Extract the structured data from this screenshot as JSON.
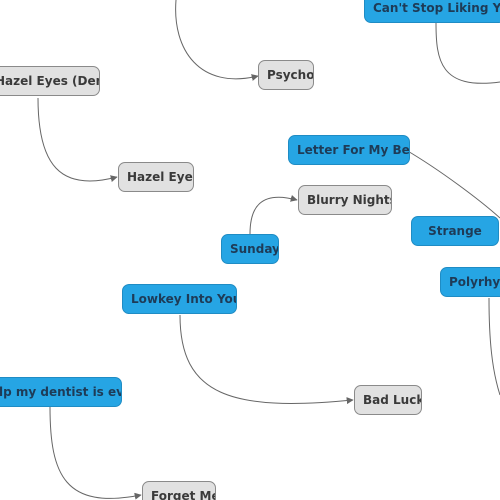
{
  "diagram": {
    "colors": {
      "primary_node": "#26a5e4",
      "secondary_node": "#e1e1e1",
      "edge": "#666666"
    },
    "nodes": [
      {
        "id": "cant-stop-liking-you",
        "label": "Can't Stop Liking You",
        "style": "blue"
      },
      {
        "id": "psycho",
        "label": "Psycho",
        "style": "gray"
      },
      {
        "id": "hazel-eyes-demo",
        "label": "Hazel Eyes (Demo)",
        "style": "gray"
      },
      {
        "id": "hazel-eyes",
        "label": "Hazel Eyes",
        "style": "gray"
      },
      {
        "id": "letter-for-my-bed",
        "label": "Letter For My Bed",
        "style": "blue"
      },
      {
        "id": "blurry-nights",
        "label": "Blurry Nights",
        "style": "gray"
      },
      {
        "id": "sunday",
        "label": "Sunday",
        "style": "blue"
      },
      {
        "id": "strange",
        "label": "Strange",
        "style": "blue"
      },
      {
        "id": "polyrhythm",
        "label": "Polyrhyth",
        "style": "blue"
      },
      {
        "id": "lowkey-into-you",
        "label": "Lowkey Into You",
        "style": "blue"
      },
      {
        "id": "help-my-dentist-is-evil",
        "label": "lp my dentist is evil",
        "style": "blue"
      },
      {
        "id": "bad-luck",
        "label": "Bad Luck",
        "style": "gray"
      },
      {
        "id": "forget-me",
        "label": "Forget Me",
        "style": "gray"
      }
    ]
  }
}
